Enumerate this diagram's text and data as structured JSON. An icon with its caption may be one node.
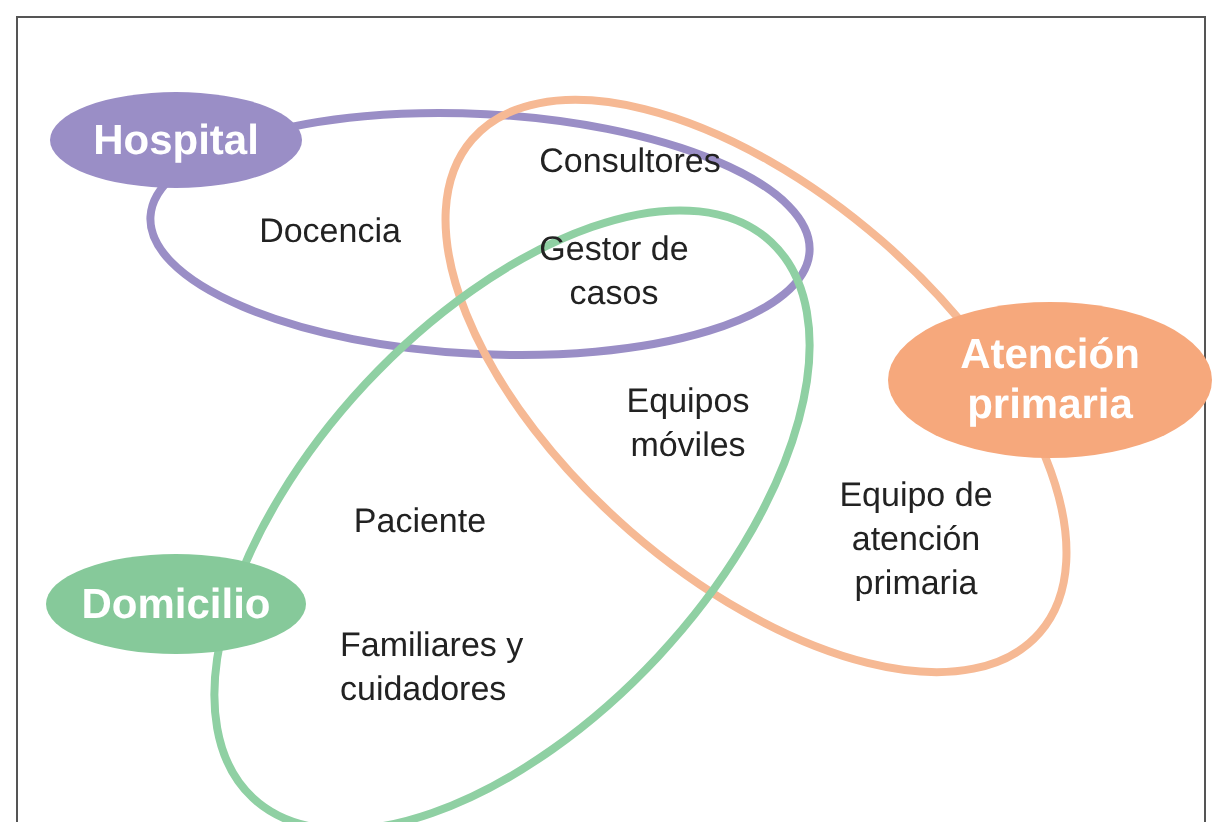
{
  "diagram": {
    "nodes": [
      {
        "text": [
          "Hospital"
        ]
      },
      {
        "text": [
          "Atención primaria"
        ]
      },
      {
        "text": [
          "Domicilio"
        ]
      }
    ],
    "labels": [
      "Consultores",
      "Docencia",
      "Gestor de casos",
      "Equipos móviles",
      "Paciente",
      "Equipo de atención primaria",
      "Familiares y cuidadores"
    ]
  }
}
